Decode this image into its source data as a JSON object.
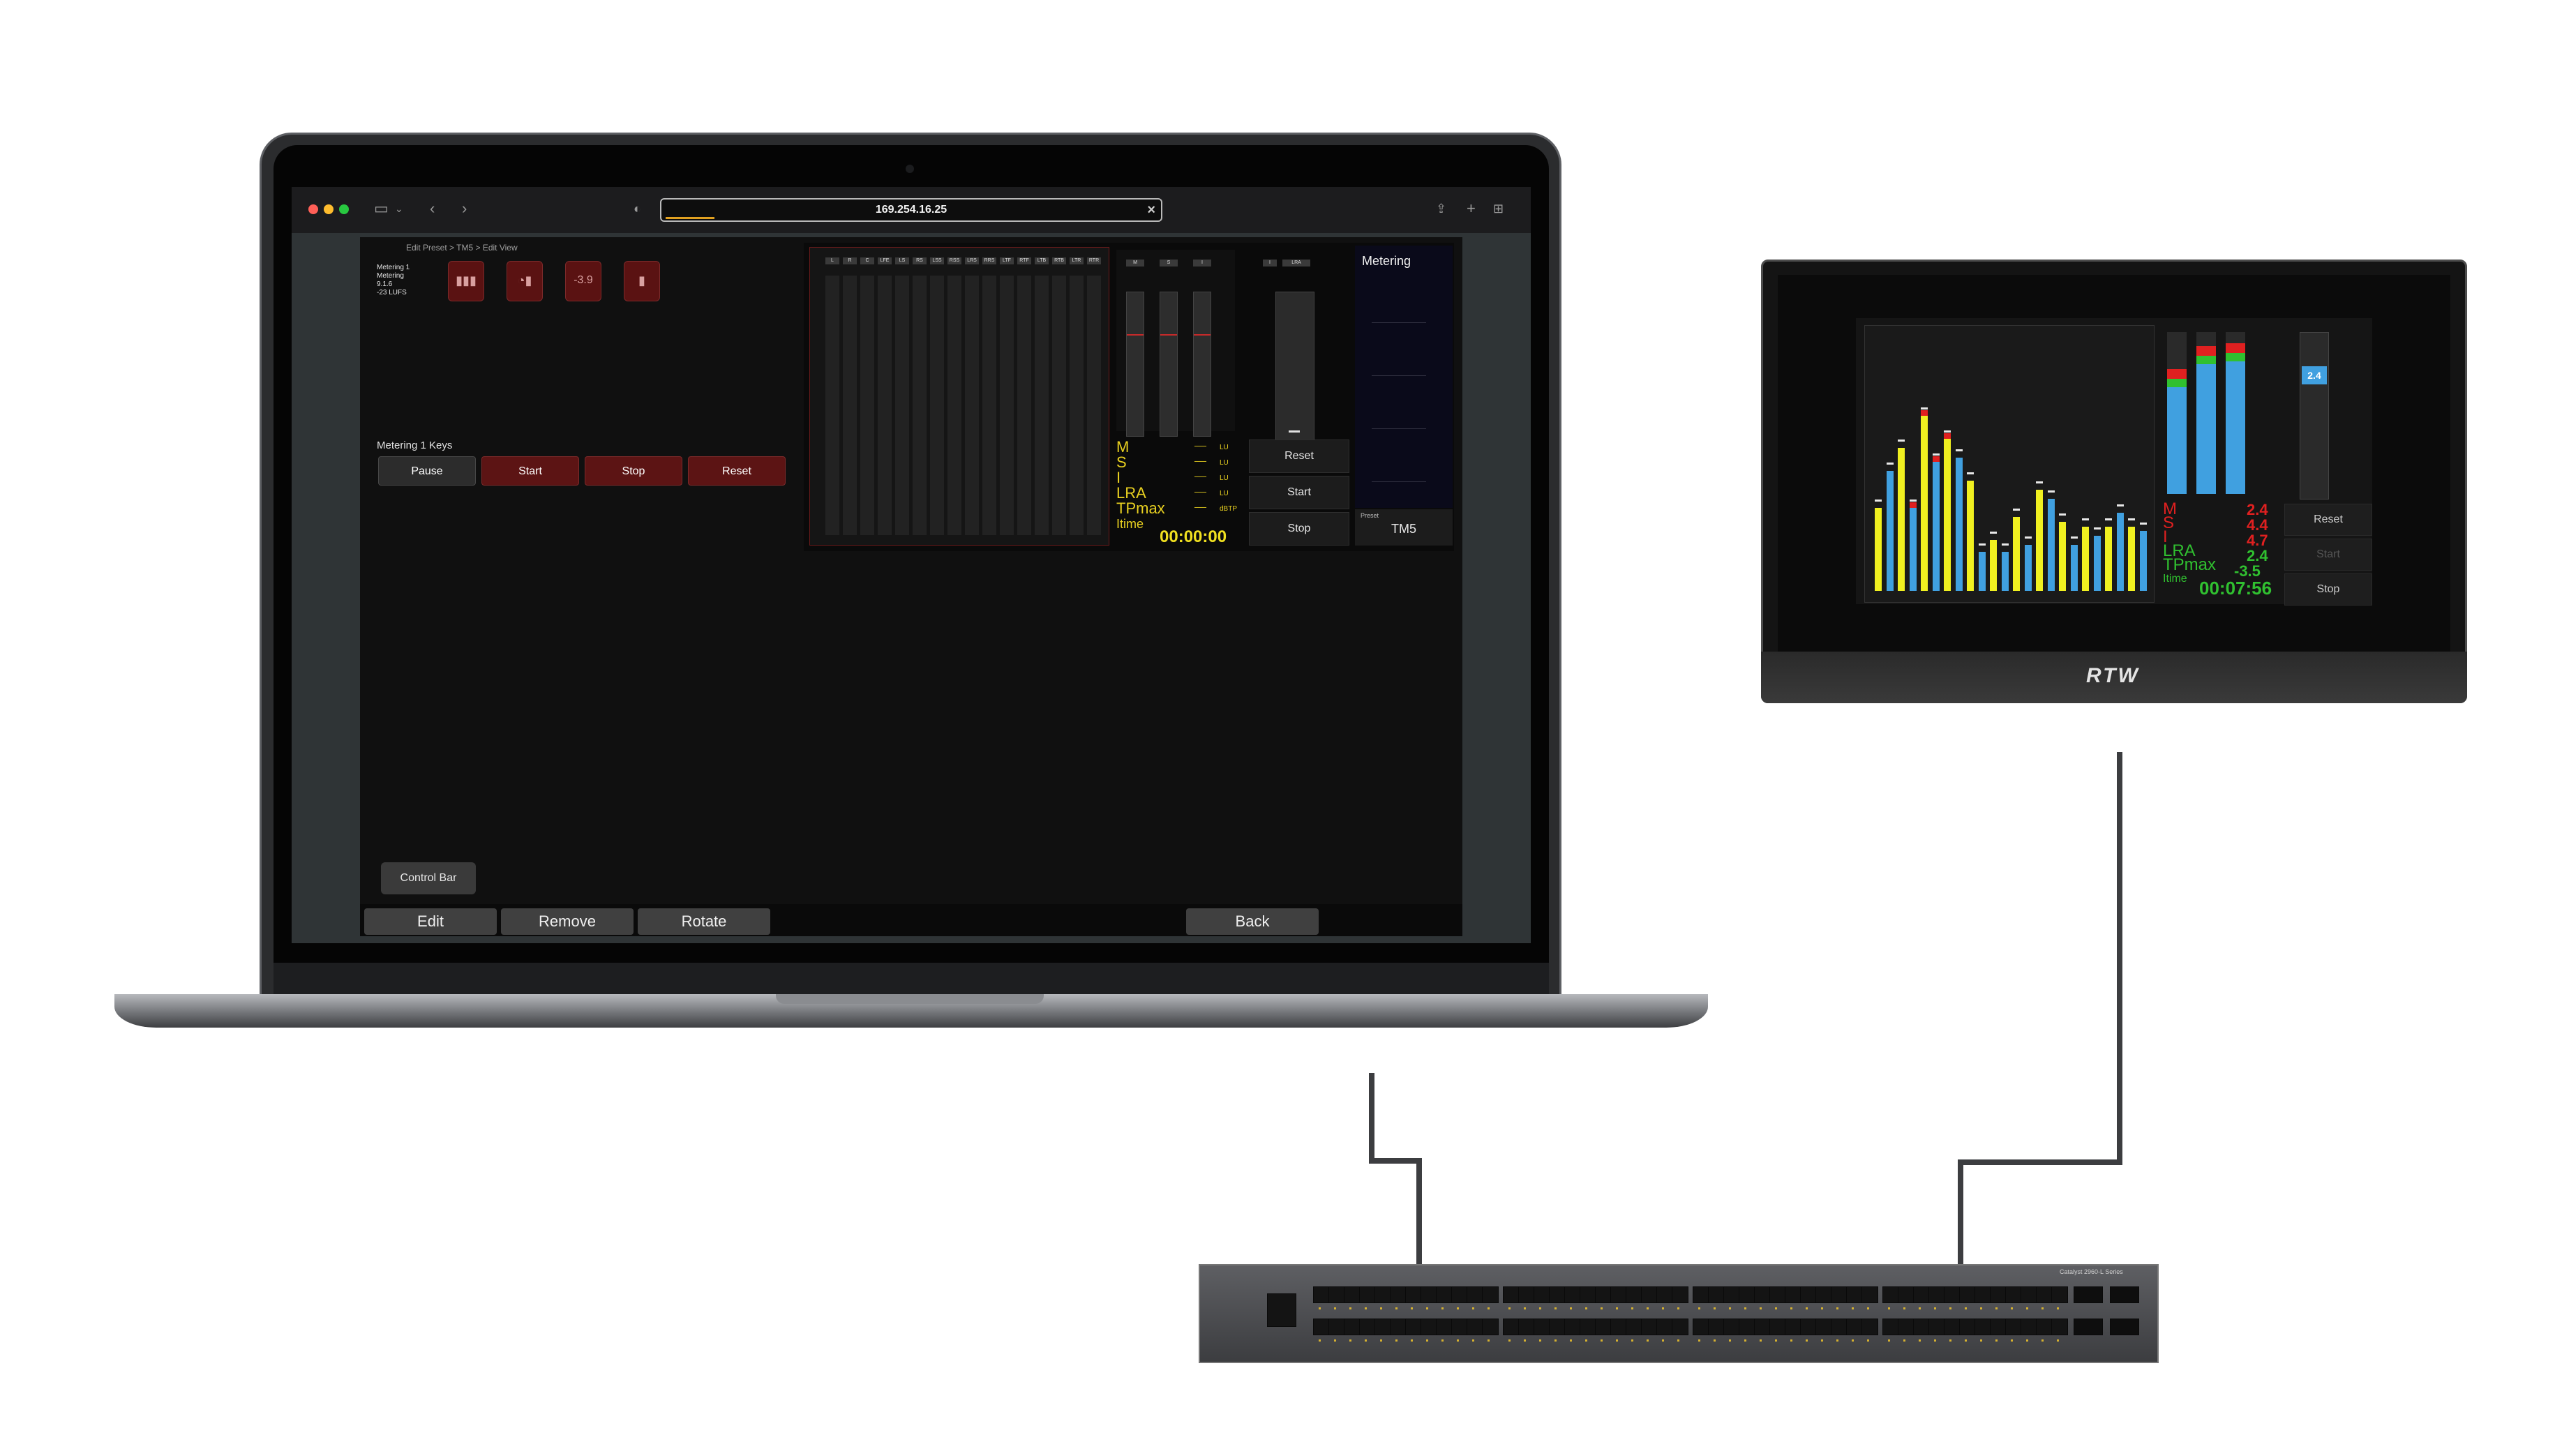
{
  "browser": {
    "url": "169.254.16.25",
    "close_glyph": "×"
  },
  "app": {
    "breadcrumb": "Edit Preset  >  TM5  >  Edit View",
    "preset_info": [
      "Metering 1",
      "Metering",
      "9.1.6",
      "-23 LUFS"
    ],
    "tiles": [
      {
        "icon": "bar-meter-icon",
        "glyph": "▮▮▮"
      },
      {
        "icon": "loudness-meter-icon",
        "glyph": "◔▮"
      },
      {
        "icon": "loudness-value-icon",
        "glyph": "-3.9"
      },
      {
        "icon": "true-peak-icon",
        "glyph": "▮"
      }
    ],
    "keys_label": "Metering 1 Keys",
    "keys": [
      "Pause",
      "Start",
      "Stop",
      "Reset"
    ],
    "control_bar": "Control Bar",
    "bottom_buttons": [
      "Edit",
      "Remove",
      "Rotate"
    ],
    "back": "Back"
  },
  "meter_view": {
    "channels": [
      "L",
      "R",
      "C",
      "LFE",
      "LS",
      "RS",
      "LSS",
      "RSS",
      "LRS",
      "RRS",
      "LTF",
      "RTF",
      "LTB",
      "RTB",
      "LTR",
      "RTR"
    ],
    "loudness_heads": [
      "M",
      "S",
      "I"
    ],
    "lra_heads": [
      "I",
      "LRA"
    ],
    "readout_labels": [
      "M",
      "S",
      "I",
      "LRA",
      "TPmax",
      "Itime"
    ],
    "readout_units": [
      "LU",
      "LU",
      "LU",
      "LU",
      "dBTP"
    ],
    "time": "00:00:00",
    "buttons": [
      "Reset",
      "Start",
      "Stop"
    ],
    "side_title": "Metering",
    "preset_label": "Preset",
    "preset_value": "TM5"
  },
  "device": {
    "logo": "RTW",
    "lra_value": "2.4",
    "readout_labels": [
      "M",
      "S",
      "I",
      "LRA",
      "TPmax",
      "Itime"
    ],
    "readout_values": [
      "2.4",
      "4.4",
      "4.7",
      "2.4",
      "-3.5"
    ],
    "time": "00:07:56",
    "buttons": [
      "Reset",
      "Start",
      "Stop"
    ],
    "bars": [
      0.36,
      0.52,
      0.62,
      0.36,
      0.76,
      0.56,
      0.66,
      0.58,
      0.48,
      0.17,
      0.22,
      0.17,
      0.32,
      0.2,
      0.44,
      0.4,
      0.3,
      0.2,
      0.28,
      0.24,
      0.28,
      0.34,
      0.28,
      0.26
    ],
    "loudness_levels": [
      0.72,
      0.86,
      0.88
    ],
    "colors": {
      "yellow": "#f0f020",
      "blue": "#40a0e0",
      "red": "#e02020",
      "green": "#30c030"
    }
  },
  "switch": {
    "model": "Catalyst 2960-L Series"
  }
}
